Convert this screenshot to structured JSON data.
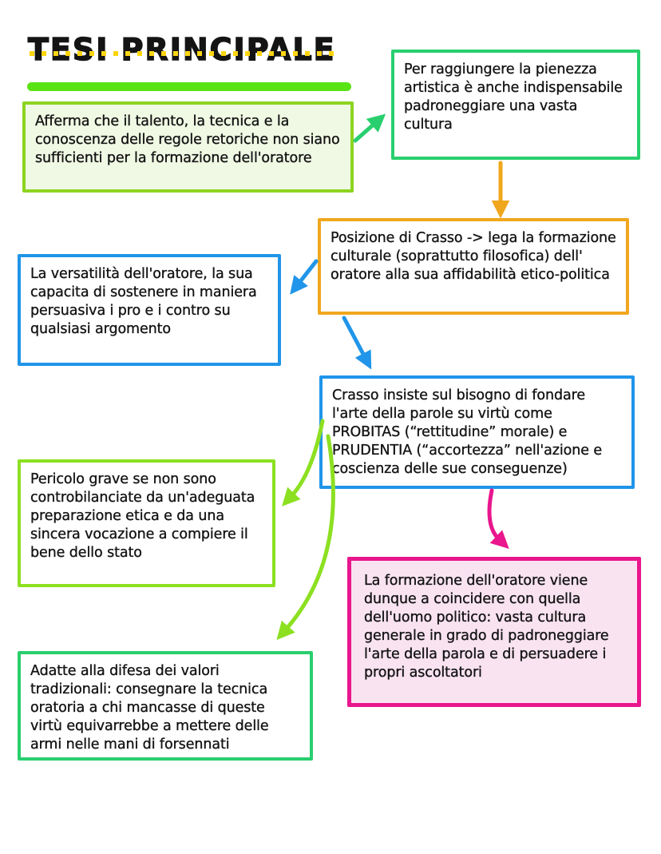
{
  "page": {
    "title": "TESI PRINCIPALE"
  },
  "colors": {
    "title_underline": "#58e315",
    "lime_green": "#8cd420",
    "spring_green": "#29cf6e",
    "orange": "#f0a71d",
    "blue": "#2095e9",
    "chartreuse": "#8ce021",
    "magenta": "#e9168d",
    "lime_fill": "#f0f9e4",
    "pink_fill": "#f9e3f1",
    "white_fill": "#ffffff"
  },
  "diagram": {
    "nodes": [
      {
        "id": "afferma",
        "text": "Afferma che il talento, la tecnica e la conoscenza delle regole retoriche non siano sufficienti per la formazione dell'oratore",
        "border": "#8cd420",
        "fill": "#f0f9e4"
      },
      {
        "id": "pienezza",
        "text": "Per raggiungere la pienezza artistica è anche indispensabile padroneggiare una vasta cultura",
        "border": "#29cf6e",
        "fill": "#ffffff"
      },
      {
        "id": "posizione",
        "text": "Posizione di Crasso -> lega la formazione culturale (soprattutto filosofica) dell' oratore alla sua affidabilità etico-politica",
        "border": "#f0a71d",
        "fill": "#ffffff"
      },
      {
        "id": "versatilita",
        "text": "La versatilità dell'oratore, la sua capacita di sostenere in maniera persuasiva i pro e i contro su qualsiasi argomento",
        "border": "#2095e9",
        "fill": "#ffffff"
      },
      {
        "id": "crasso",
        "text": "Crasso insiste sul bisogno di fondare l'arte della parole su virtù come PROBITAS (“rettitudine” morale) e PRUDENTIA (“accortezza” nell'azione e coscienza delle sue conseguenze)",
        "border": "#2095e9",
        "fill": "#ffffff"
      },
      {
        "id": "pericolo",
        "text": "Pericolo grave se non sono controbilanciate da un'adeguata preparazione etica e da una sincera vocazione a compiere il bene dello stato",
        "border": "#8ce021",
        "fill": "#ffffff"
      },
      {
        "id": "formazione",
        "text": "La formazione dell'oratore viene dunque a coincidere con quella dell'uomo politico: vasta cultura generale in grado di padroneggiare l'arte della parola e di persuadere i propri ascoltatori",
        "border": "#e9168d",
        "fill": "#f9e3f1"
      },
      {
        "id": "adatte",
        "text": "Adatte alla difesa dei valori tradizionali: consegnare la tecnica oratoria a chi mancasse di queste virtù equivarrebbe a mettere delle armi nelle mani di forsennati",
        "border": "#29cf6e",
        "fill": "#ffffff"
      }
    ],
    "edges": [
      {
        "from": "afferma",
        "to": "pienezza",
        "color": "#29cf6e"
      },
      {
        "from": "pienezza",
        "to": "posizione",
        "color": "#f0a71d"
      },
      {
        "from": "posizione",
        "to": "versatilita",
        "color": "#2095e9"
      },
      {
        "from": "posizione",
        "to": "crasso",
        "color": "#2095e9"
      },
      {
        "from": "crasso",
        "to": "pericolo",
        "color": "#8ce021"
      },
      {
        "from": "crasso",
        "to": "adatte",
        "color": "#8ce021"
      },
      {
        "from": "crasso",
        "to": "formazione",
        "color": "#e9168d"
      }
    ]
  }
}
